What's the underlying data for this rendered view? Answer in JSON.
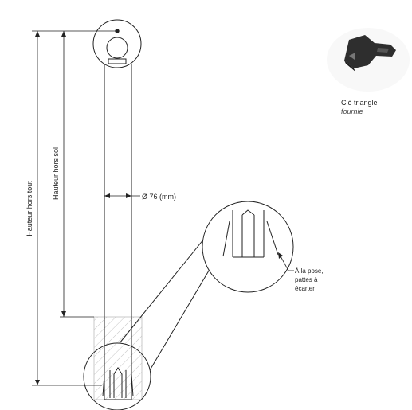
{
  "labels": {
    "total_height": "Hauteur hors tout",
    "ground_height": "Hauteur hors sol",
    "diameter": "Ø 76 (mm)"
  },
  "note": {
    "line1": "À la pose,",
    "line2": "pattes à",
    "line3": "écarter"
  },
  "key": {
    "title": "Clé triangle",
    "subtitle": "fournie",
    "icon": "triangle-key-icon"
  },
  "colors": {
    "line": "#222222",
    "hatch": "#bbbbbb",
    "key_body": "#2e2e2e"
  }
}
